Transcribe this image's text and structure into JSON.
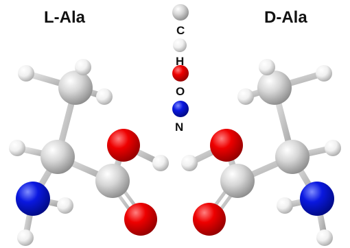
{
  "titles": {
    "left": "L-Ala",
    "right": "D-Ala"
  },
  "legend": [
    {
      "symbol": "C",
      "color": "#d2d2d2"
    },
    {
      "symbol": "H",
      "color": "#f2f2f2"
    },
    {
      "symbol": "O",
      "color": "#e00000"
    },
    {
      "symbol": "N",
      "color": "#0010d0"
    }
  ],
  "atom_colors": {
    "C": "#cfcfcf",
    "H": "#f0f0f0",
    "O": "#e60000",
    "N": "#0a14d8"
  }
}
